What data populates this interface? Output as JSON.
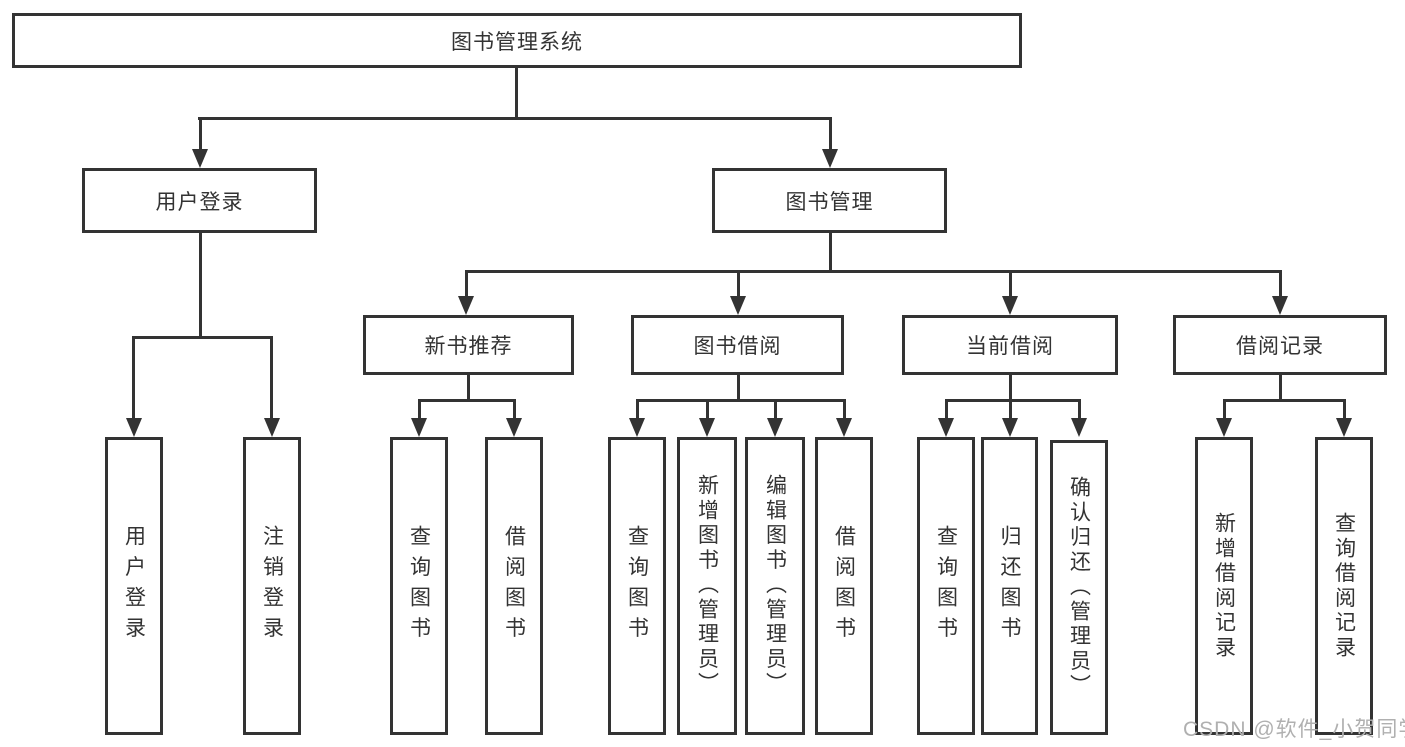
{
  "diagram": {
    "title": "图书管理系统",
    "nodes": {
      "root": "图书管理系统",
      "level2": [
        "用户登录",
        "图书管理"
      ],
      "level3": [
        "新书推荐",
        "图书借阅",
        "当前借阅",
        "借阅记录"
      ],
      "leaves_user_login": [
        "用户登录",
        "注销登录"
      ],
      "leaves_new_book": [
        "查询图书",
        "借阅图书"
      ],
      "leaves_book_borrow": [
        "查询图书",
        "新增图书（管理员）",
        "编辑图书（管理员）",
        "借阅图书"
      ],
      "leaves_current_borrow": [
        "查询图书",
        "归还图书",
        "确认归还（管理员）"
      ],
      "leaves_borrow_record": [
        "新增借阅记录",
        "查询借阅记录"
      ]
    },
    "hierarchy": [
      {
        "label": "用户登录",
        "children": [
          "用户登录",
          "注销登录"
        ]
      },
      {
        "label": "图书管理",
        "children_groups": [
          {
            "label": "新书推荐",
            "children": [
              "查询图书",
              "借阅图书"
            ]
          },
          {
            "label": "图书借阅",
            "children": [
              "查询图书",
              "新增图书（管理员）",
              "编辑图书（管理员）",
              "借阅图书"
            ]
          },
          {
            "label": "当前借阅",
            "children": [
              "查询图书",
              "归还图书",
              "确认归还（管理员）"
            ]
          },
          {
            "label": "借阅记录",
            "children": [
              "新增借阅记录",
              "查询借阅记录"
            ]
          }
        ]
      }
    ]
  },
  "watermark": {
    "text": "CSDN @软件_小贺同学"
  },
  "colors": {
    "line": "#333333",
    "text": "#333333",
    "box_background": "#ffffff",
    "page_background": "#ffffff",
    "watermark": "#b0b0b0"
  }
}
